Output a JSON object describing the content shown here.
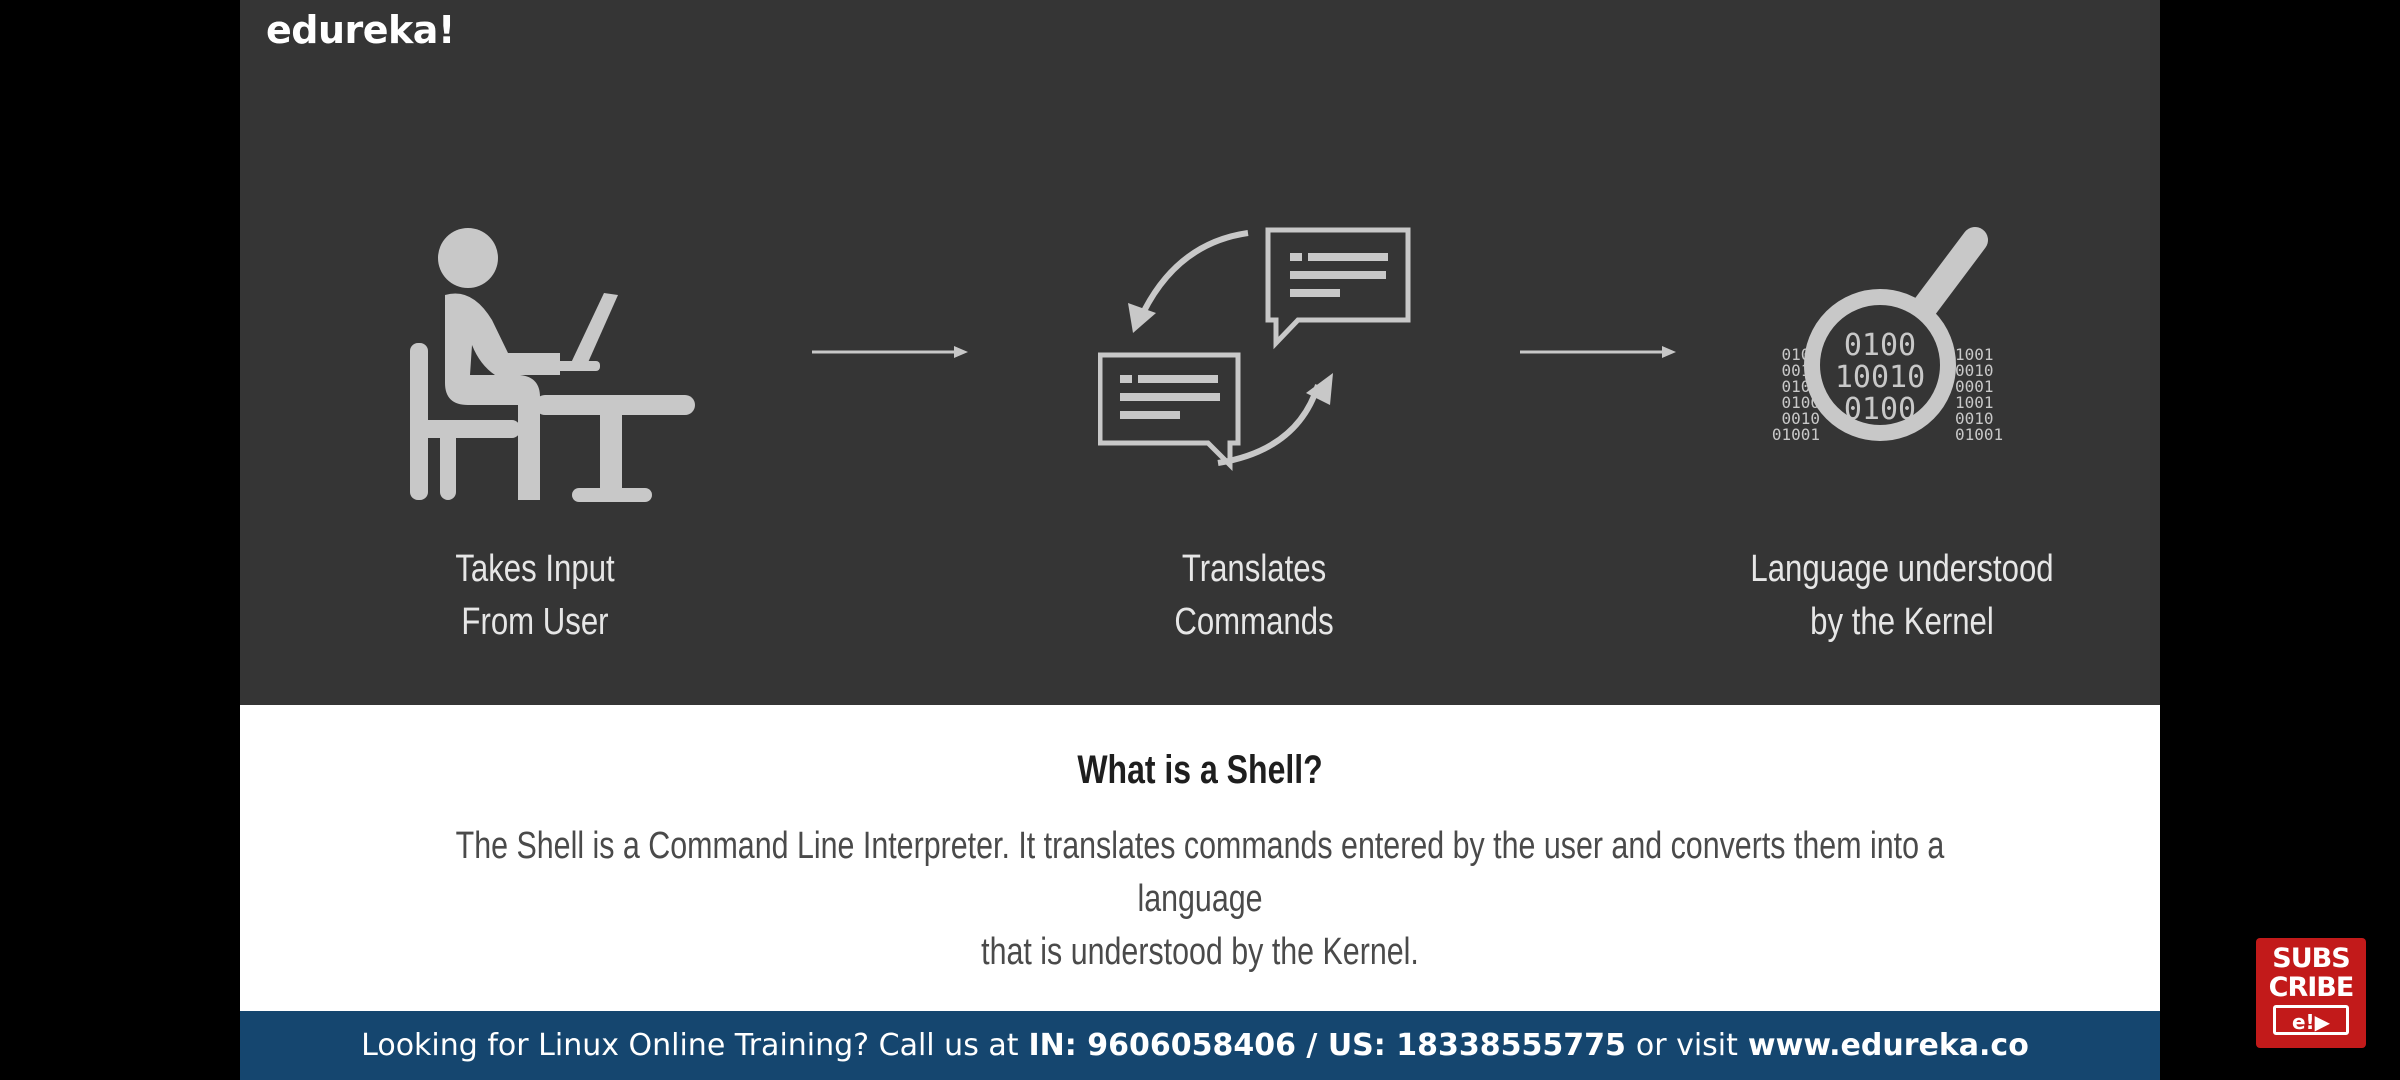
{
  "brand": {
    "logo_text": "edureka!"
  },
  "diagram": {
    "steps": [
      {
        "icon": "user-at-computer-icon",
        "line1": "Takes Input",
        "line2": "From User"
      },
      {
        "icon": "translate-chat-icon",
        "line1": "Translates",
        "line2": "Commands"
      },
      {
        "icon": "binary-magnifier-icon",
        "line1": "Language understood",
        "line2": "by the Kernel"
      }
    ],
    "binary": {
      "left_rows": [
        "0100",
        "0010",
        "0100",
        "0100",
        "0010",
        "01001"
      ],
      "center_rows": [
        "0100",
        "10010",
        "0100"
      ],
      "right_rows": [
        "1001",
        "0010",
        "0001",
        "1001",
        "0010",
        "01001"
      ]
    }
  },
  "content": {
    "question": "What is a Shell?",
    "description_line1": "The Shell is a Command Line Interpreter. It translates commands entered by the user and converts them into a language",
    "description_line2": "that is understood by the Kernel."
  },
  "footer": {
    "text1": "Looking for Linux Online Training? Call us at",
    "phones": "IN: 9606058406 / US: 18338555775",
    "text2": "or visit",
    "website": "www.edureka.co"
  },
  "subscribe": {
    "line1": "SUBS",
    "line2": "CRIBE",
    "logo": "e!▶"
  },
  "colors": {
    "slide_dark": "#353535",
    "icon_gray": "#c8c8c8",
    "footer_blue": "#15466f",
    "subscribe_red": "#c21a1a"
  }
}
